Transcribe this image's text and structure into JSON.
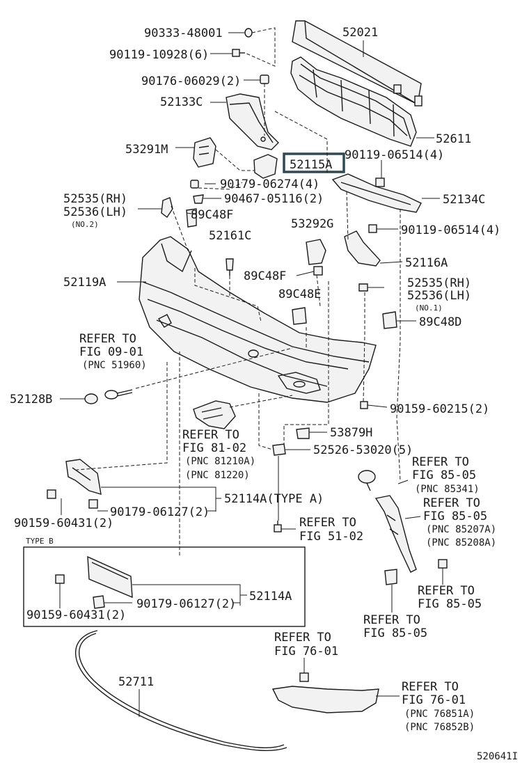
{
  "labels": {
    "p90333": "90333-48001",
    "p90119_10928": "90119-10928(6)",
    "p90176": "90176-06029(2)",
    "p52133c": "52133C",
    "p53291m": "53291M",
    "p52021": "52021",
    "p52611": "52611",
    "p90119_06514a": "90119-06514(4)",
    "p52115a": "52115A",
    "p90179_06274": "90179-06274(4)",
    "p90467": "90467-05116(2)",
    "p52535rh_a": "52535(RH)",
    "p52536lh_a": "52536(LH)",
    "no2": "(NO.2)",
    "p89c48f_a": "89C48F",
    "p52134c": "52134C",
    "p53292g": "53292G",
    "p90119_06514b": "90119-06514(4)",
    "p52161c": "52161C",
    "p52116a": "52116A",
    "p52119a": "52119A",
    "p89c48f_b": "89C48F",
    "p52535rh_b": "52535(RH)",
    "p52536lh_b": "52536(LH)",
    "no1": "(NO.1)",
    "p89c48e": "89C48E",
    "p89c48d": "89C48D",
    "ref1_a": "REFER TO",
    "ref1_b": "FIG 09-01",
    "ref1_c": "(PNC 51960)",
    "p52128b": "52128B",
    "p90159_60215": "90159-60215(2)",
    "p53879h": "53879H",
    "ref2_a": "REFER TO",
    "ref2_b": "FIG 81-02",
    "ref2_c": "(PNC 81210A)",
    "ref2_d": "(PNC 81220)",
    "p52526": "52526-53020(5)",
    "ref3_a": "REFER TO",
    "ref3_b": "FIG 85-05",
    "ref3_c": "(PNC 85341)",
    "p52114a_typea": "52114A(TYPE A)",
    "ref4_a": "REFER TO",
    "ref4_b": "FIG 85-05",
    "ref4_c": "(PNC 85207A)",
    "ref4_d": "(PNC 85208A)",
    "p90159_60431a": "90159-60431(2)",
    "p90179_06127a": "90179-06127(2)",
    "ref5_a": "REFER TO",
    "ref5_b": "FIG 51-02",
    "typeb": "TYPE B",
    "p90179_06127b": "90179-06127(2)",
    "p52114a_b": "52114A",
    "p90159_60431b": "90159-60431(2)",
    "ref6_a": "REFER TO",
    "ref6_b": "FIG 85-05",
    "ref7_a": "REFER TO",
    "ref7_b": "FIG 85-05",
    "ref8_a": "REFER TO",
    "ref8_b": "FIG 76-01",
    "p52711": "52711",
    "ref9_a": "REFER TO",
    "ref9_b": "FIG 76-01",
    "ref9_c": "(PNC 76851A)",
    "ref9_d": "(PNC 76852B)",
    "fig_id": "520641I"
  }
}
